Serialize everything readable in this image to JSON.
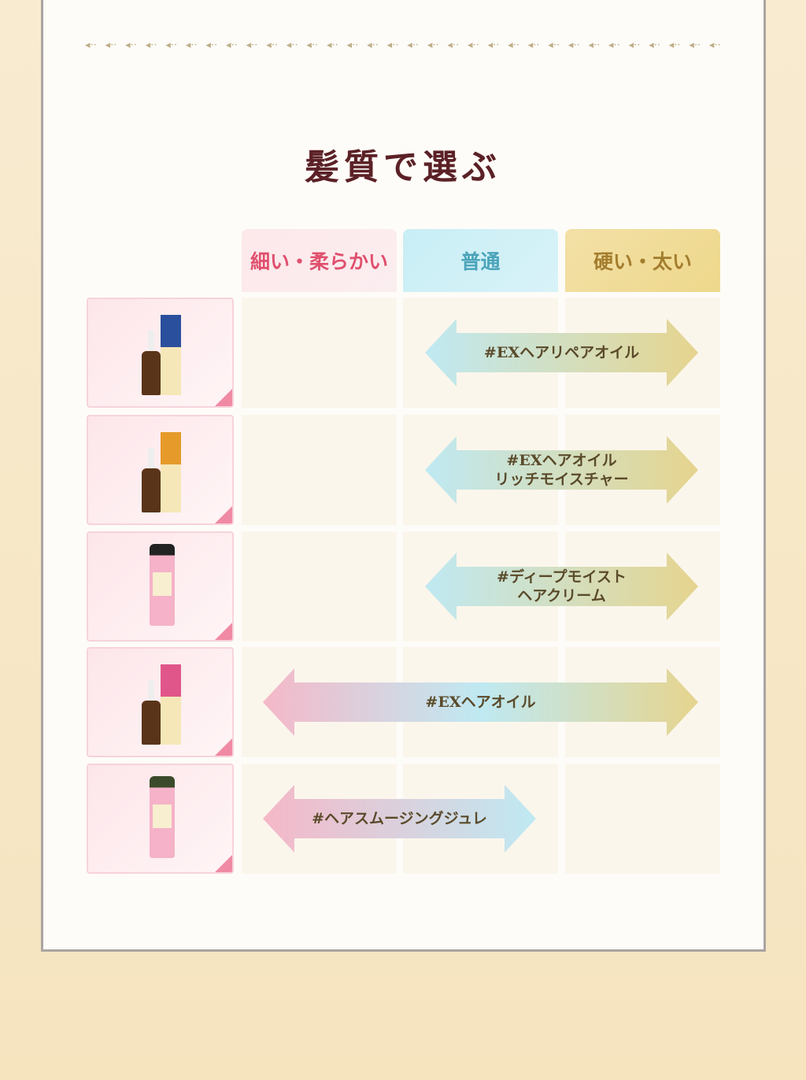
{
  "title": "髪質で選ぶ",
  "columns": [
    "細い・柔らかい",
    "普通",
    "硬い・太い"
  ],
  "rows": [
    {
      "product": "#EXヘアリペアオイル",
      "range": [
        2,
        3
      ],
      "pack": "blue"
    },
    {
      "product": "#EXヘアオイル\nリッチモイスチャー",
      "range": [
        2,
        3
      ],
      "pack": "orange"
    },
    {
      "product": "#ディープモイスト\nヘアクリーム",
      "range": [
        2,
        3
      ],
      "pack": "tube-pink"
    },
    {
      "product": "#EXヘアオイル",
      "range": [
        1,
        3
      ],
      "pack": "pink"
    },
    {
      "product": "#ヘアスムージングジュレ",
      "range": [
        1,
        2
      ],
      "pack": "tube-green"
    }
  ],
  "colors": {
    "pink": "#f5b8c8",
    "cyan": "#bfe9f2",
    "gold": "#e6d48e"
  }
}
